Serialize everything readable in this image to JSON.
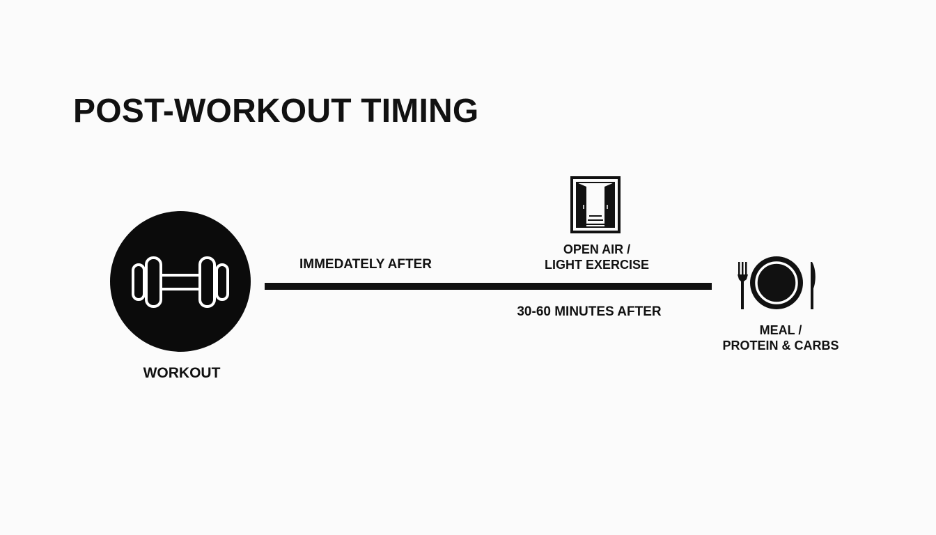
{
  "diagram": {
    "title": "POST-WORKOUT TIMING",
    "workout": {
      "icon": "dumbbell-icon",
      "label": "WORKOUT"
    },
    "timeline": {
      "first_label": "IMMEDATELY AFTER",
      "second_label": "30-60 MINUTES AFTER"
    },
    "open_air": {
      "icon": "open-door-icon",
      "line1": "OPEN AIR /",
      "line2": "LIGHT EXERCISE"
    },
    "meal": {
      "icon": "plate-fork-knife-icon",
      "line1": "MEAL /",
      "line2": "PROTEIN & CARBS"
    }
  }
}
